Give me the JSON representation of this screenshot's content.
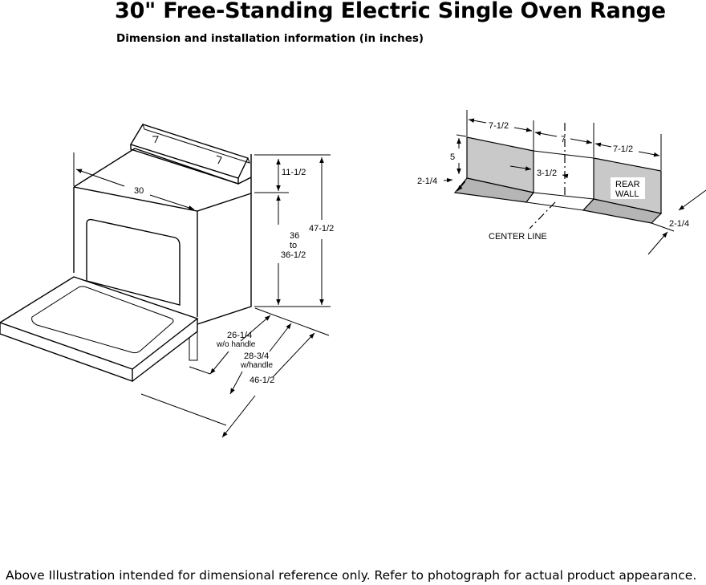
{
  "header": {
    "title": "30\" Free-Standing Electric Single Oven Range",
    "subtitle": "Dimension and installation information (in inches)"
  },
  "range_dims": {
    "width": "30",
    "backguard_height": "11-1/2",
    "cooktop_height_1": "36",
    "cooktop_height_2": "to",
    "cooktop_height_3": "36-1/2",
    "overall_height": "47-1/2",
    "depth_no_handle_1": "26-1/4",
    "depth_no_handle_2": "w/o handle",
    "depth_handle_1": "28-3/4",
    "depth_handle_2": "w/handle",
    "depth_door_open": "46-1/2"
  },
  "wall_dims": {
    "left_panel": "7-1/2",
    "center_gap": "7",
    "right_panel": "7-1/2",
    "height": "5",
    "center_offset": "3-1/2",
    "floor_left": "2-1/4",
    "floor_right": "2-1/4",
    "rear_wall_1": "REAR",
    "rear_wall_2": "WALL",
    "center_line": "CENTER LINE"
  },
  "footer": {
    "note": "Above Illustration intended for dimensional reference only. Refer to photograph for actual product appearance."
  }
}
